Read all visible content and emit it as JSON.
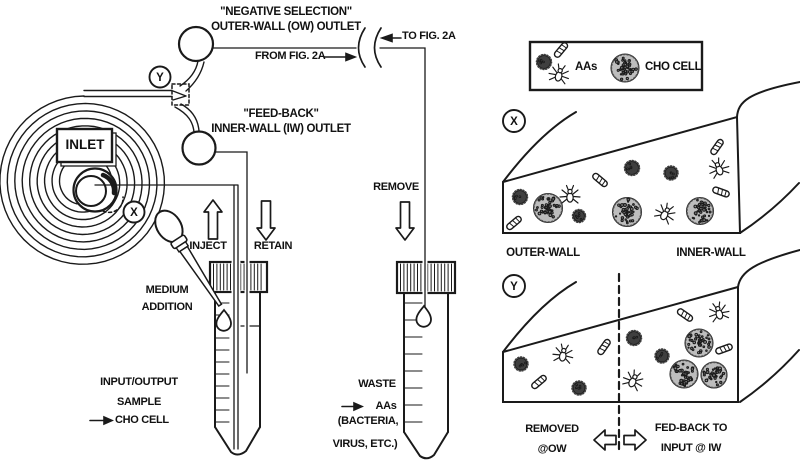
{
  "title_area": {
    "negative_selection": "\"NEGATIVE SELECTION\"\nOUTER-WALL (OW) OUTLET",
    "from_fig_label": "FROM FIG. 2A",
    "to_fig_label": "TO FIG. 2A",
    "feedback": "\"FEED-BACK\"\nINNER-WALL (IW) OUTLET"
  },
  "spiral_device": {
    "inlet_label": "INLET",
    "marker_x": "X",
    "marker_y": "Y"
  },
  "flow_labels": {
    "inject": "INJECT",
    "retain": "RETAIN",
    "remove": "REMOVE",
    "medium_addition": "MEDIUM\nADDITION"
  },
  "sample_tube": {
    "caption_top": "INPUT/OUTPUT\nSAMPLE",
    "caption_item": "CHO CELL"
  },
  "waste_tube": {
    "caption_line1": "WASTE",
    "caption_line2": "AAs",
    "caption_line3": "(BACTERIA,",
    "caption_line4": "VIRUS, ETC.)"
  },
  "legend": {
    "aas_label": "AAs",
    "cho_label": "CHO CELL"
  },
  "panel_x": {
    "marker": "X",
    "outer_wall_label": "OUTER-WALL",
    "inner_wall_label": "INNER-WALL"
  },
  "panel_y": {
    "marker": "Y",
    "removed_label": "REMOVED\n@OW",
    "fedback_label": "FED-BACK TO\nINPUT @ IW"
  },
  "colors": {
    "ink": "#1a1a1a",
    "cho_fill": "#bdbdbd",
    "virus_fill": "#3f3f3f"
  }
}
